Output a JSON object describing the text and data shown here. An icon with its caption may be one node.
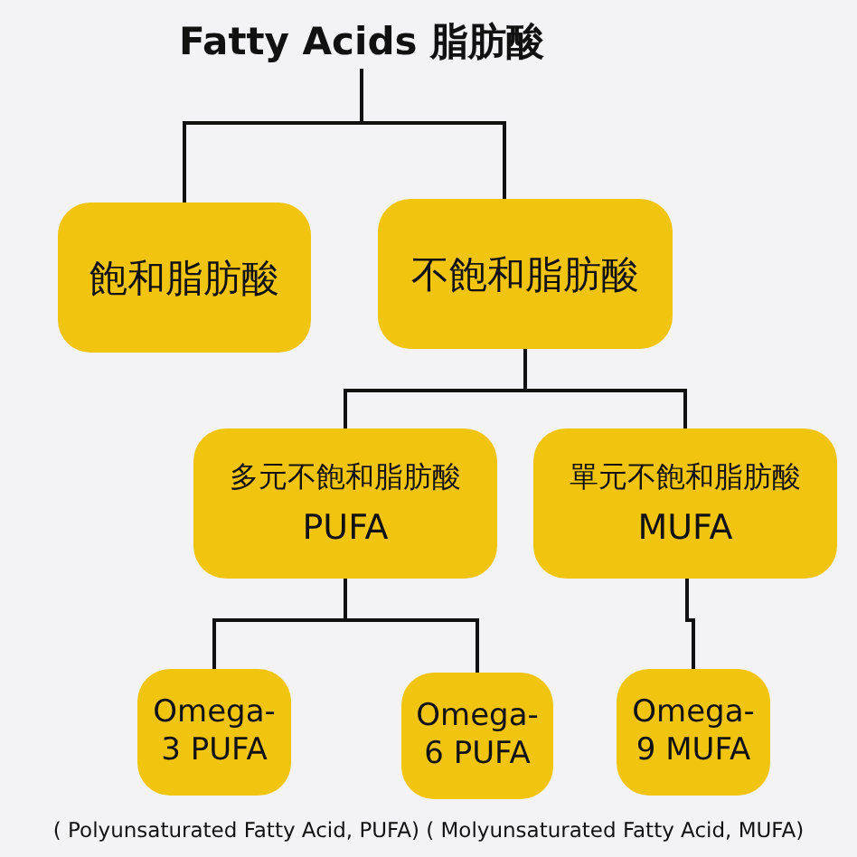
{
  "diagram": {
    "nodes": [
      {
        "text": [
          "Fatty Acids 脂肪酸"
        ]
      },
      {
        "text": [
          "飽和脂肪酸"
        ]
      },
      {
        "text": [
          "不飽和脂肪酸"
        ]
      },
      {
        "text": [
          "多元不飽和脂肪酸",
          "PUFA"
        ]
      },
      {
        "text": [
          "單元不飽和脂肪酸",
          "MUFA"
        ]
      },
      {
        "text": [
          "Omega-3 PUFA"
        ]
      },
      {
        "text": [
          "Omega-6 PUFA"
        ]
      },
      {
        "text": [
          "Omega-9 MUFA"
        ]
      }
    ],
    "edges": [
      {
        "from": 0,
        "to": 1,
        "arrow": "none"
      },
      {
        "from": 0,
        "to": 2,
        "arrow": "none"
      },
      {
        "from": 2,
        "to": 3,
        "arrow": "none"
      },
      {
        "from": 2,
        "to": 4,
        "arrow": "none"
      },
      {
        "from": 3,
        "to": 5,
        "arrow": "none"
      },
      {
        "from": 3,
        "to": 6,
        "arrow": "none"
      },
      {
        "from": 4,
        "to": 7,
        "arrow": "none"
      }
    ],
    "labels": [
      "( Polyunsaturated Fatty Acid, PUFA) ( Molyunsaturated Fatty Acid, MUFA)"
    ]
  }
}
